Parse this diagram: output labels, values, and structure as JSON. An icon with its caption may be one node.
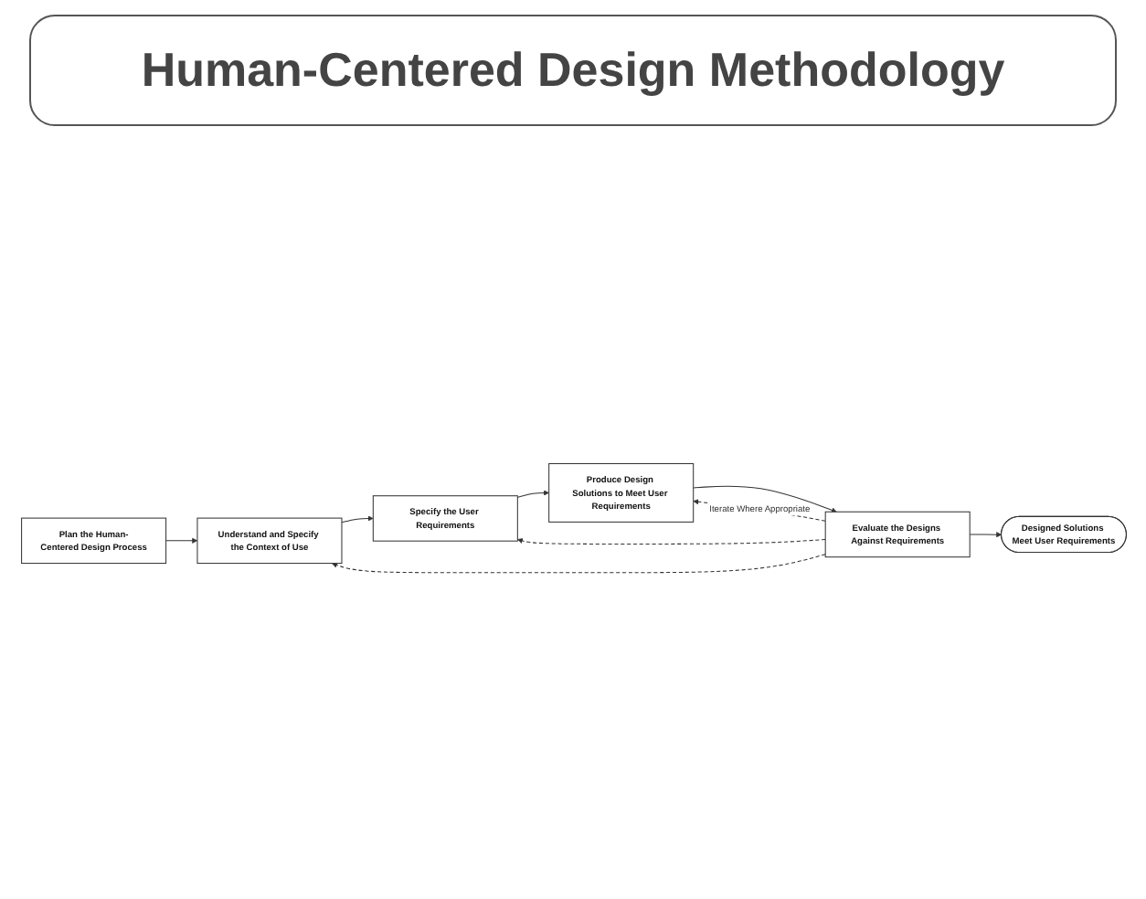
{
  "diagram": {
    "title": "Human-Centered Design Methodology",
    "nodes": [
      {
        "text": [
          "Plan the Human-Centered Design Process"
        ]
      },
      {
        "text": [
          "Understand and Specify the Context of Use"
        ]
      },
      {
        "text": [
          "Designed Solutions Meet User Requirements"
        ]
      },
      {
        "text": [
          "Evaluate the Designs Against Requirements"
        ]
      },
      {
        "text": [
          "Specify the User Requirements"
        ]
      },
      {
        "text": [
          "Produce Design Solutions to Meet User Requirements"
        ]
      }
    ],
    "edges": [
      {
        "from": 0,
        "to": 1,
        "arrow": "to"
      },
      {
        "from": 1,
        "to": 4,
        "arrow": "to"
      },
      {
        "from": 4,
        "to": 5,
        "arrow": "to"
      },
      {
        "from": 5,
        "to": 3,
        "arrow": "to"
      },
      {
        "from": 3,
        "to": 2,
        "arrow": "to"
      },
      {
        "from": 3,
        "to": 1,
        "arrow": "to",
        "style": "dashed"
      },
      {
        "from": 3,
        "to": 4,
        "arrow": "to",
        "style": "dashed"
      },
      {
        "from": 3,
        "to": 5,
        "arrow": "to",
        "style": "dashed",
        "label": "Iterate Where Appropriate"
      }
    ]
  }
}
